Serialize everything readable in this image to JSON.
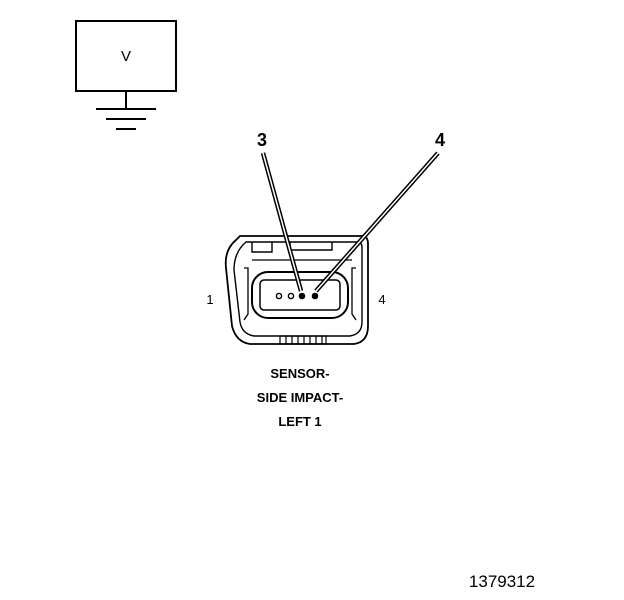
{
  "meter": {
    "symbol": "V"
  },
  "callouts": [
    {
      "label": "3"
    },
    {
      "label": "4"
    }
  ],
  "connector": {
    "pin_left": "1",
    "pin_right": "4"
  },
  "component_name": {
    "line1": "SENSOR-",
    "line2": "SIDE IMPACT-",
    "line3": "LEFT 1"
  },
  "figure_id": "1379312"
}
